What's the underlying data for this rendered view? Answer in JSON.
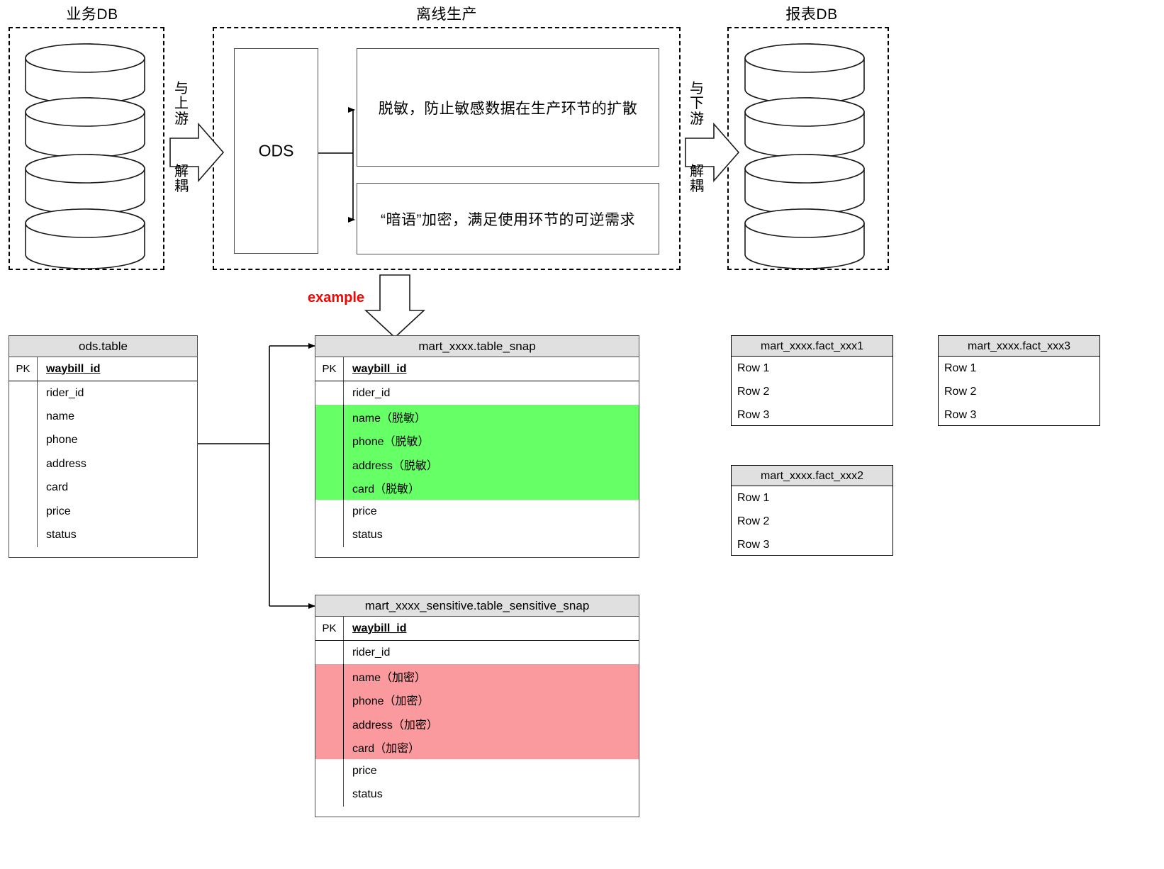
{
  "diagram": {
    "title_business_db": "业务DB",
    "title_offline_production": "离线生产",
    "title_report_db": "报表DB",
    "ods_label": "ODS",
    "note_desensitize": "脱敏，防止敏感数据在生产环节的扩散",
    "note_encrypt": "“暗语”加密，满足使用环节的可逆需求",
    "upstream_label": "与上游",
    "upstream_label2": "解耦",
    "downstream_label": "与下游",
    "downstream_label2": "解耦",
    "example_label": "example",
    "colors": {
      "header_gray": "#e0e0e0",
      "desensitized_green": "#66ff66",
      "encrypted_red": "#fb9a9e",
      "example_red": "#ff0000",
      "stroke": "#000000"
    }
  },
  "entities": {
    "ods_table": {
      "name": "ods.table",
      "pk_tag": "PK",
      "pk_field": "waybill_id",
      "fields": [
        "rider_id",
        "name",
        "phone",
        "address",
        "card",
        "price",
        "status"
      ]
    },
    "table_snap": {
      "name": "mart_xxxx.table_snap",
      "pk_tag": "PK",
      "pk_field": "waybill_id",
      "fields": [
        {
          "label": "rider_id",
          "highlight": "none"
        },
        {
          "label": "name（脱敏）",
          "highlight": "green"
        },
        {
          "label": "phone（脱敏）",
          "highlight": "green"
        },
        {
          "label": "address（脱敏）",
          "highlight": "green"
        },
        {
          "label": "card（脱敏）",
          "highlight": "green"
        },
        {
          "label": "price",
          "highlight": "none"
        },
        {
          "label": "status",
          "highlight": "none"
        }
      ]
    },
    "sensitive_snap": {
      "name": "mart_xxxx_sensitive.table_sensitive_snap",
      "pk_tag": "PK",
      "pk_field": "waybill_id",
      "fields": [
        {
          "label": "rider_id",
          "highlight": "none"
        },
        {
          "label": "name（加密）",
          "highlight": "red"
        },
        {
          "label": "phone（加密）",
          "highlight": "red"
        },
        {
          "label": "address（加密）",
          "highlight": "red"
        },
        {
          "label": "card（加密）",
          "highlight": "red"
        },
        {
          "label": "price",
          "highlight": "none"
        },
        {
          "label": "status",
          "highlight": "none"
        }
      ]
    },
    "fact_tables": [
      {
        "name": "mart_xxxx.fact_xxx1",
        "rows": [
          "Row 1",
          "Row 2",
          "Row 3"
        ]
      },
      {
        "name": "mart_xxxx.fact_xxx2",
        "rows": [
          "Row 1",
          "Row 2",
          "Row 3"
        ]
      },
      {
        "name": "mart_xxxx.fact_xxx3",
        "rows": [
          "Row 1",
          "Row 2",
          "Row 3"
        ]
      }
    ]
  }
}
